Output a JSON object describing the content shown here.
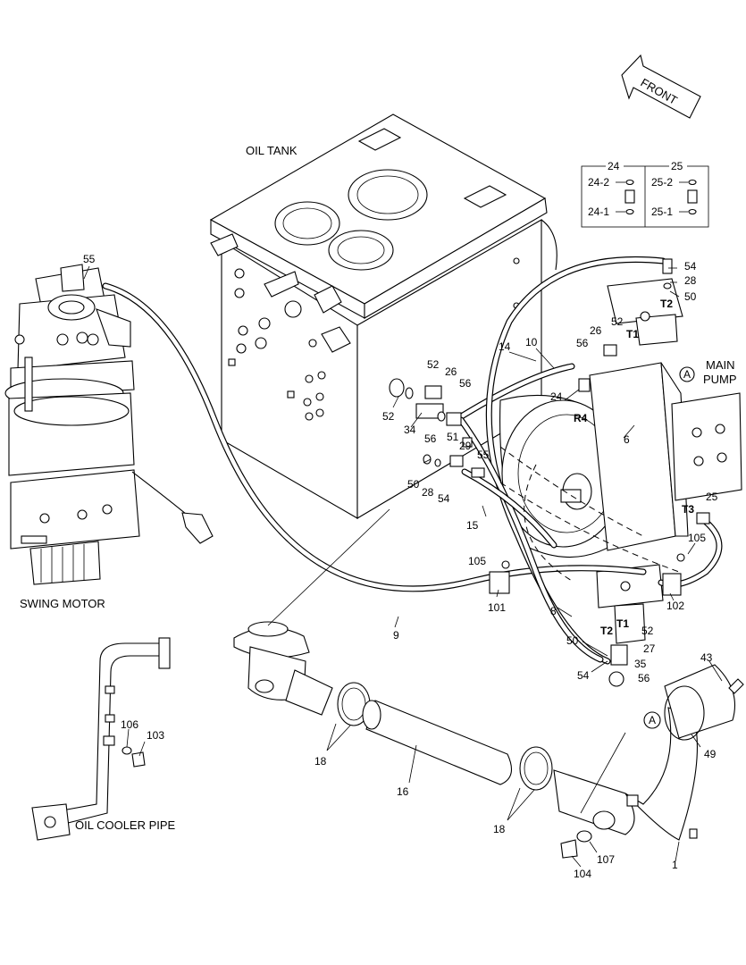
{
  "titles": {
    "oil_tank": "OIL TANK",
    "swing_motor": "SWING MOTOR",
    "main_pump_1": "MAIN",
    "main_pump_2": "PUMP",
    "oil_cooler_pipe": "OIL COOLER PIPE",
    "front": "FRONT"
  },
  "detail_table": {
    "headers": [
      "24",
      "25"
    ],
    "left": [
      "24-2",
      "24-1"
    ],
    "right": [
      "25-2",
      "25-1"
    ]
  },
  "callout_marker": "A",
  "ports": {
    "t1_top": "T1",
    "t2_top": "T2",
    "r4": "R4",
    "t3": "T3",
    "t1_bottom": "T1",
    "t2_bottom": "T2"
  },
  "labels": {
    "p55_swing": "55",
    "p54_a": "54",
    "p28_a": "28",
    "p50_a": "50",
    "p52_a": "52",
    "p26_a": "26",
    "p56_a": "56",
    "p14": "14",
    "p10": "10",
    "p52_b": "52",
    "p26_b": "26",
    "p56_b": "56",
    "p52_c": "52",
    "p34": "34",
    "p56_c": "56",
    "p51": "51",
    "p29": "29",
    "p55_b": "55",
    "p50_b": "50",
    "p28_b": "28",
    "p54_b": "54",
    "p24": "24",
    "p6": "6",
    "p15": "15",
    "p25": "25",
    "p105_a": "105",
    "p105_b": "105",
    "p101": "101",
    "p102": "102",
    "p8": "8",
    "p9": "9",
    "p52_d": "52",
    "p50_c": "50",
    "p27": "27",
    "p35": "35",
    "p56_d": "56",
    "p54_c": "54",
    "p43": "43",
    "p49": "49",
    "p106": "106",
    "p103": "103",
    "p18_a": "18",
    "p16": "16",
    "p18_b": "18",
    "p107": "107",
    "p104": "104",
    "p1": "1"
  }
}
